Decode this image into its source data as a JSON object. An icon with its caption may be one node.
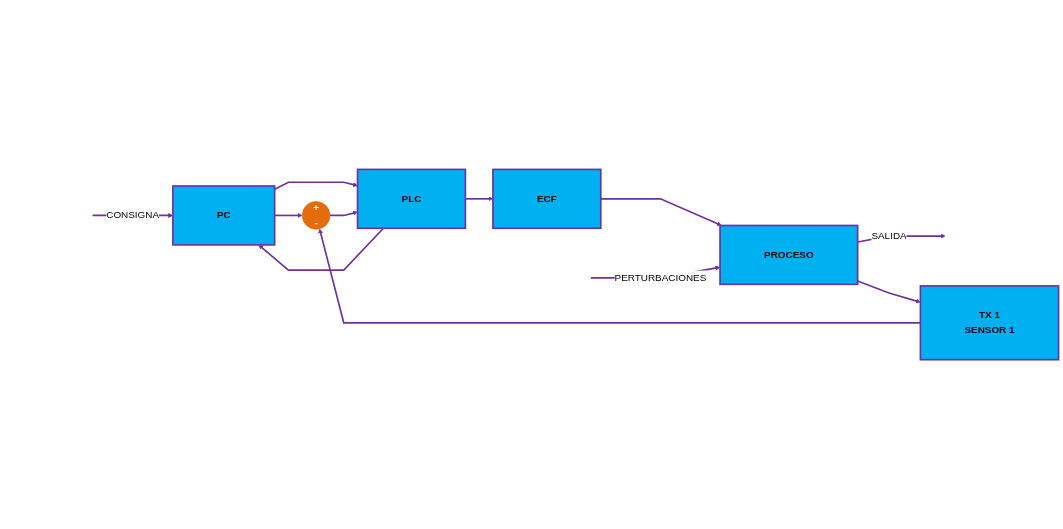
{
  "diagram": {
    "nodes": [
      {
        "text": [
          "PC"
        ]
      },
      {
        "text": [
          "+",
          "-"
        ]
      },
      {
        "text": [
          "PLC"
        ]
      },
      {
        "text": [
          "ECF"
        ]
      },
      {
        "text": [
          "PROCESO"
        ]
      },
      {
        "text": [
          "TX 1",
          "SENSOR 1"
        ]
      }
    ],
    "edges": [
      {
        "from": null,
        "to": 0,
        "arrow": "to",
        "label": "CONSIGNA"
      },
      {
        "from": 0,
        "to": 1,
        "arrow": "to"
      },
      {
        "from": 0,
        "to": 2,
        "arrow": "to"
      },
      {
        "from": 2,
        "to": 0,
        "arrow": "to"
      },
      {
        "from": 1,
        "to": 2,
        "arrow": "to"
      },
      {
        "from": 2,
        "to": 3,
        "arrow": "to"
      },
      {
        "from": 3,
        "to": 4,
        "arrow": "to"
      },
      {
        "from": null,
        "to": 4,
        "arrow": "to",
        "label": "PERTURBACIONES"
      },
      {
        "from": 4,
        "to": null,
        "arrow": "to",
        "label": "SALIDA"
      },
      {
        "from": 4,
        "to": 5,
        "arrow": "to"
      },
      {
        "from": 5,
        "to": 1,
        "arrow": "to"
      }
    ]
  }
}
